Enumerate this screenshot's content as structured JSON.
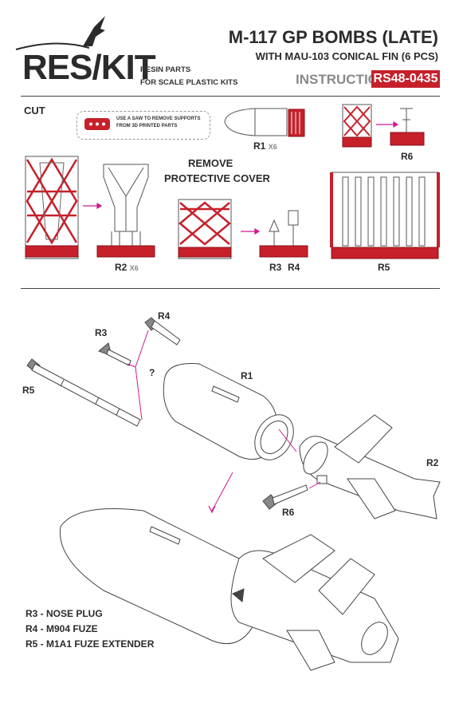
{
  "brand": {
    "logo_text": "RES/KIT",
    "tagline_1": "RESIN PARTS",
    "tagline_2": "FOR SCALE PLASTIC KITS"
  },
  "header": {
    "title": "M-117 GP BOMBS (LATE)",
    "subtitle": "WITH MAU-103 CONICAL FIN (6 PCS)",
    "instruction_label": "INSTRUCTION",
    "product_code": "RS48-0435"
  },
  "cut_section": {
    "cut_label": "CUT",
    "saw_note_line1": "USE A SAW TO REMOVE SUPPORTS",
    "saw_note_line2": "FROM 3D PRINTED PARTS",
    "remove_line1": "REMOVE",
    "remove_line2": "PROTECTIVE COVER",
    "parts": [
      {
        "label": "R1",
        "qty": "X6"
      },
      {
        "label": "R6",
        "qty": ""
      },
      {
        "label": "R2",
        "qty": "X6"
      },
      {
        "label": "R3",
        "qty": ""
      },
      {
        "label": "R4",
        "qty": ""
      },
      {
        "label": "R5",
        "qty": ""
      }
    ]
  },
  "assembly": {
    "labels": [
      "R4",
      "R3",
      "?",
      "R1",
      "R5",
      "R2",
      "R6"
    ]
  },
  "legend": [
    "R3 - NOSE PLUG",
    "R4 - M904 FUZE",
    "R5 - M1A1 FUZE EXTENDER"
  ],
  "colors": {
    "accent_red": "#c6202a",
    "magenta_arrow": "#d0188f",
    "ink": "#2b2b2b"
  }
}
